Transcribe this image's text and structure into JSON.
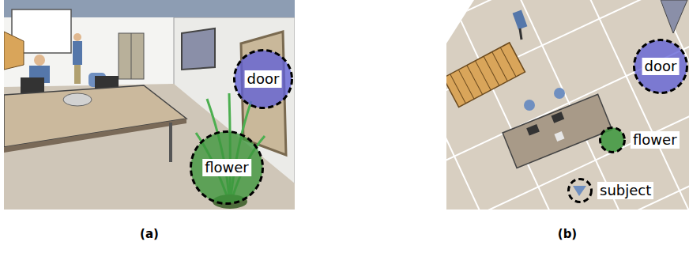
{
  "diagram": {
    "nodes": [
      {
        "text": [
          "door"
        ]
      },
      {
        "text": [
          "flower"
        ]
      },
      {
        "text": [
          "door"
        ]
      },
      {
        "text": [
          "flower"
        ]
      },
      {
        "text": [
          "subject"
        ]
      }
    ],
    "labels": [
      "(a)",
      "(b)"
    ]
  }
}
